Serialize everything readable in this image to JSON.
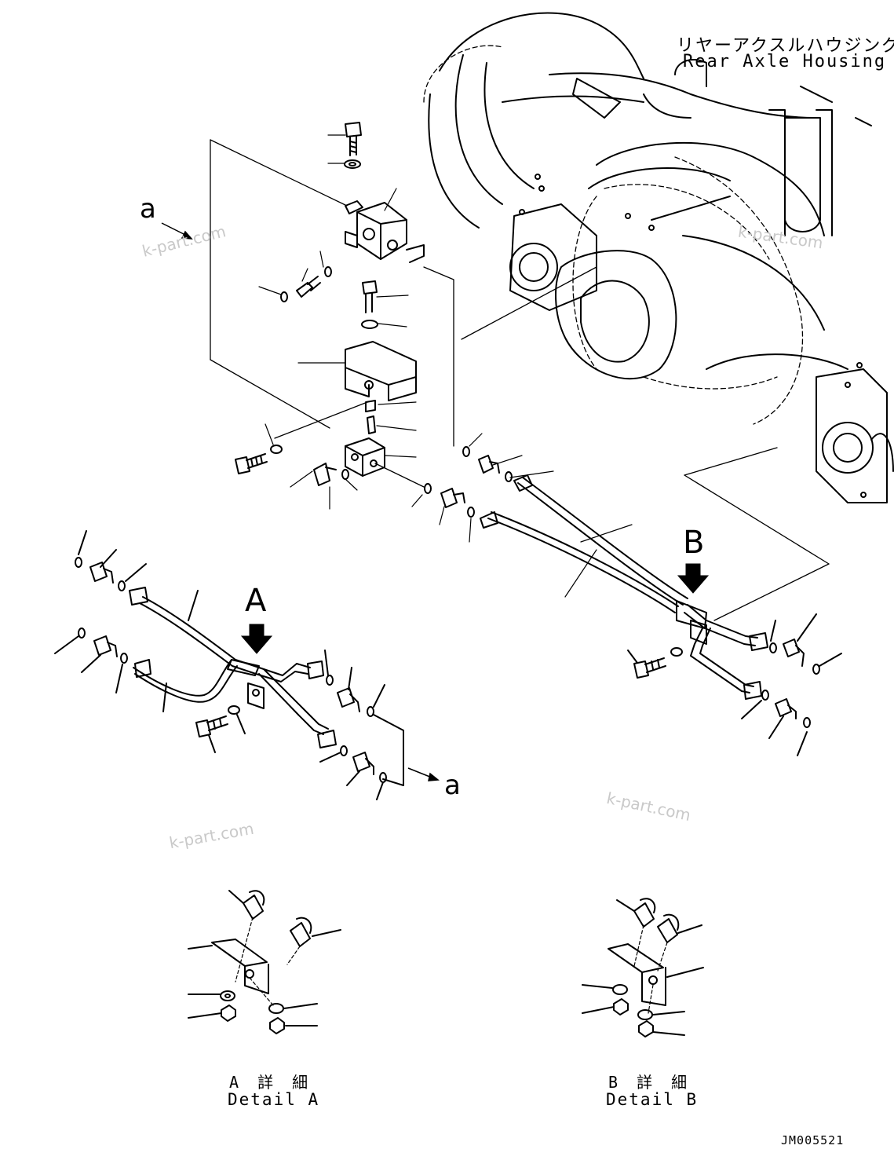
{
  "housing_label": {
    "jp": "リヤーアクスルハウジング",
    "en": "Rear Axle Housing"
  },
  "views": {
    "A": "A",
    "B": "B"
  },
  "ref_marks": {
    "a_top": "a",
    "a_bottom": "a"
  },
  "detail_a": {
    "jp": "A 詳 細",
    "en": "Detail A"
  },
  "detail_b": {
    "jp": "B 詳 細",
    "en": "Detail B"
  },
  "drawing_number": "JM005521",
  "watermark": "k-part.com"
}
